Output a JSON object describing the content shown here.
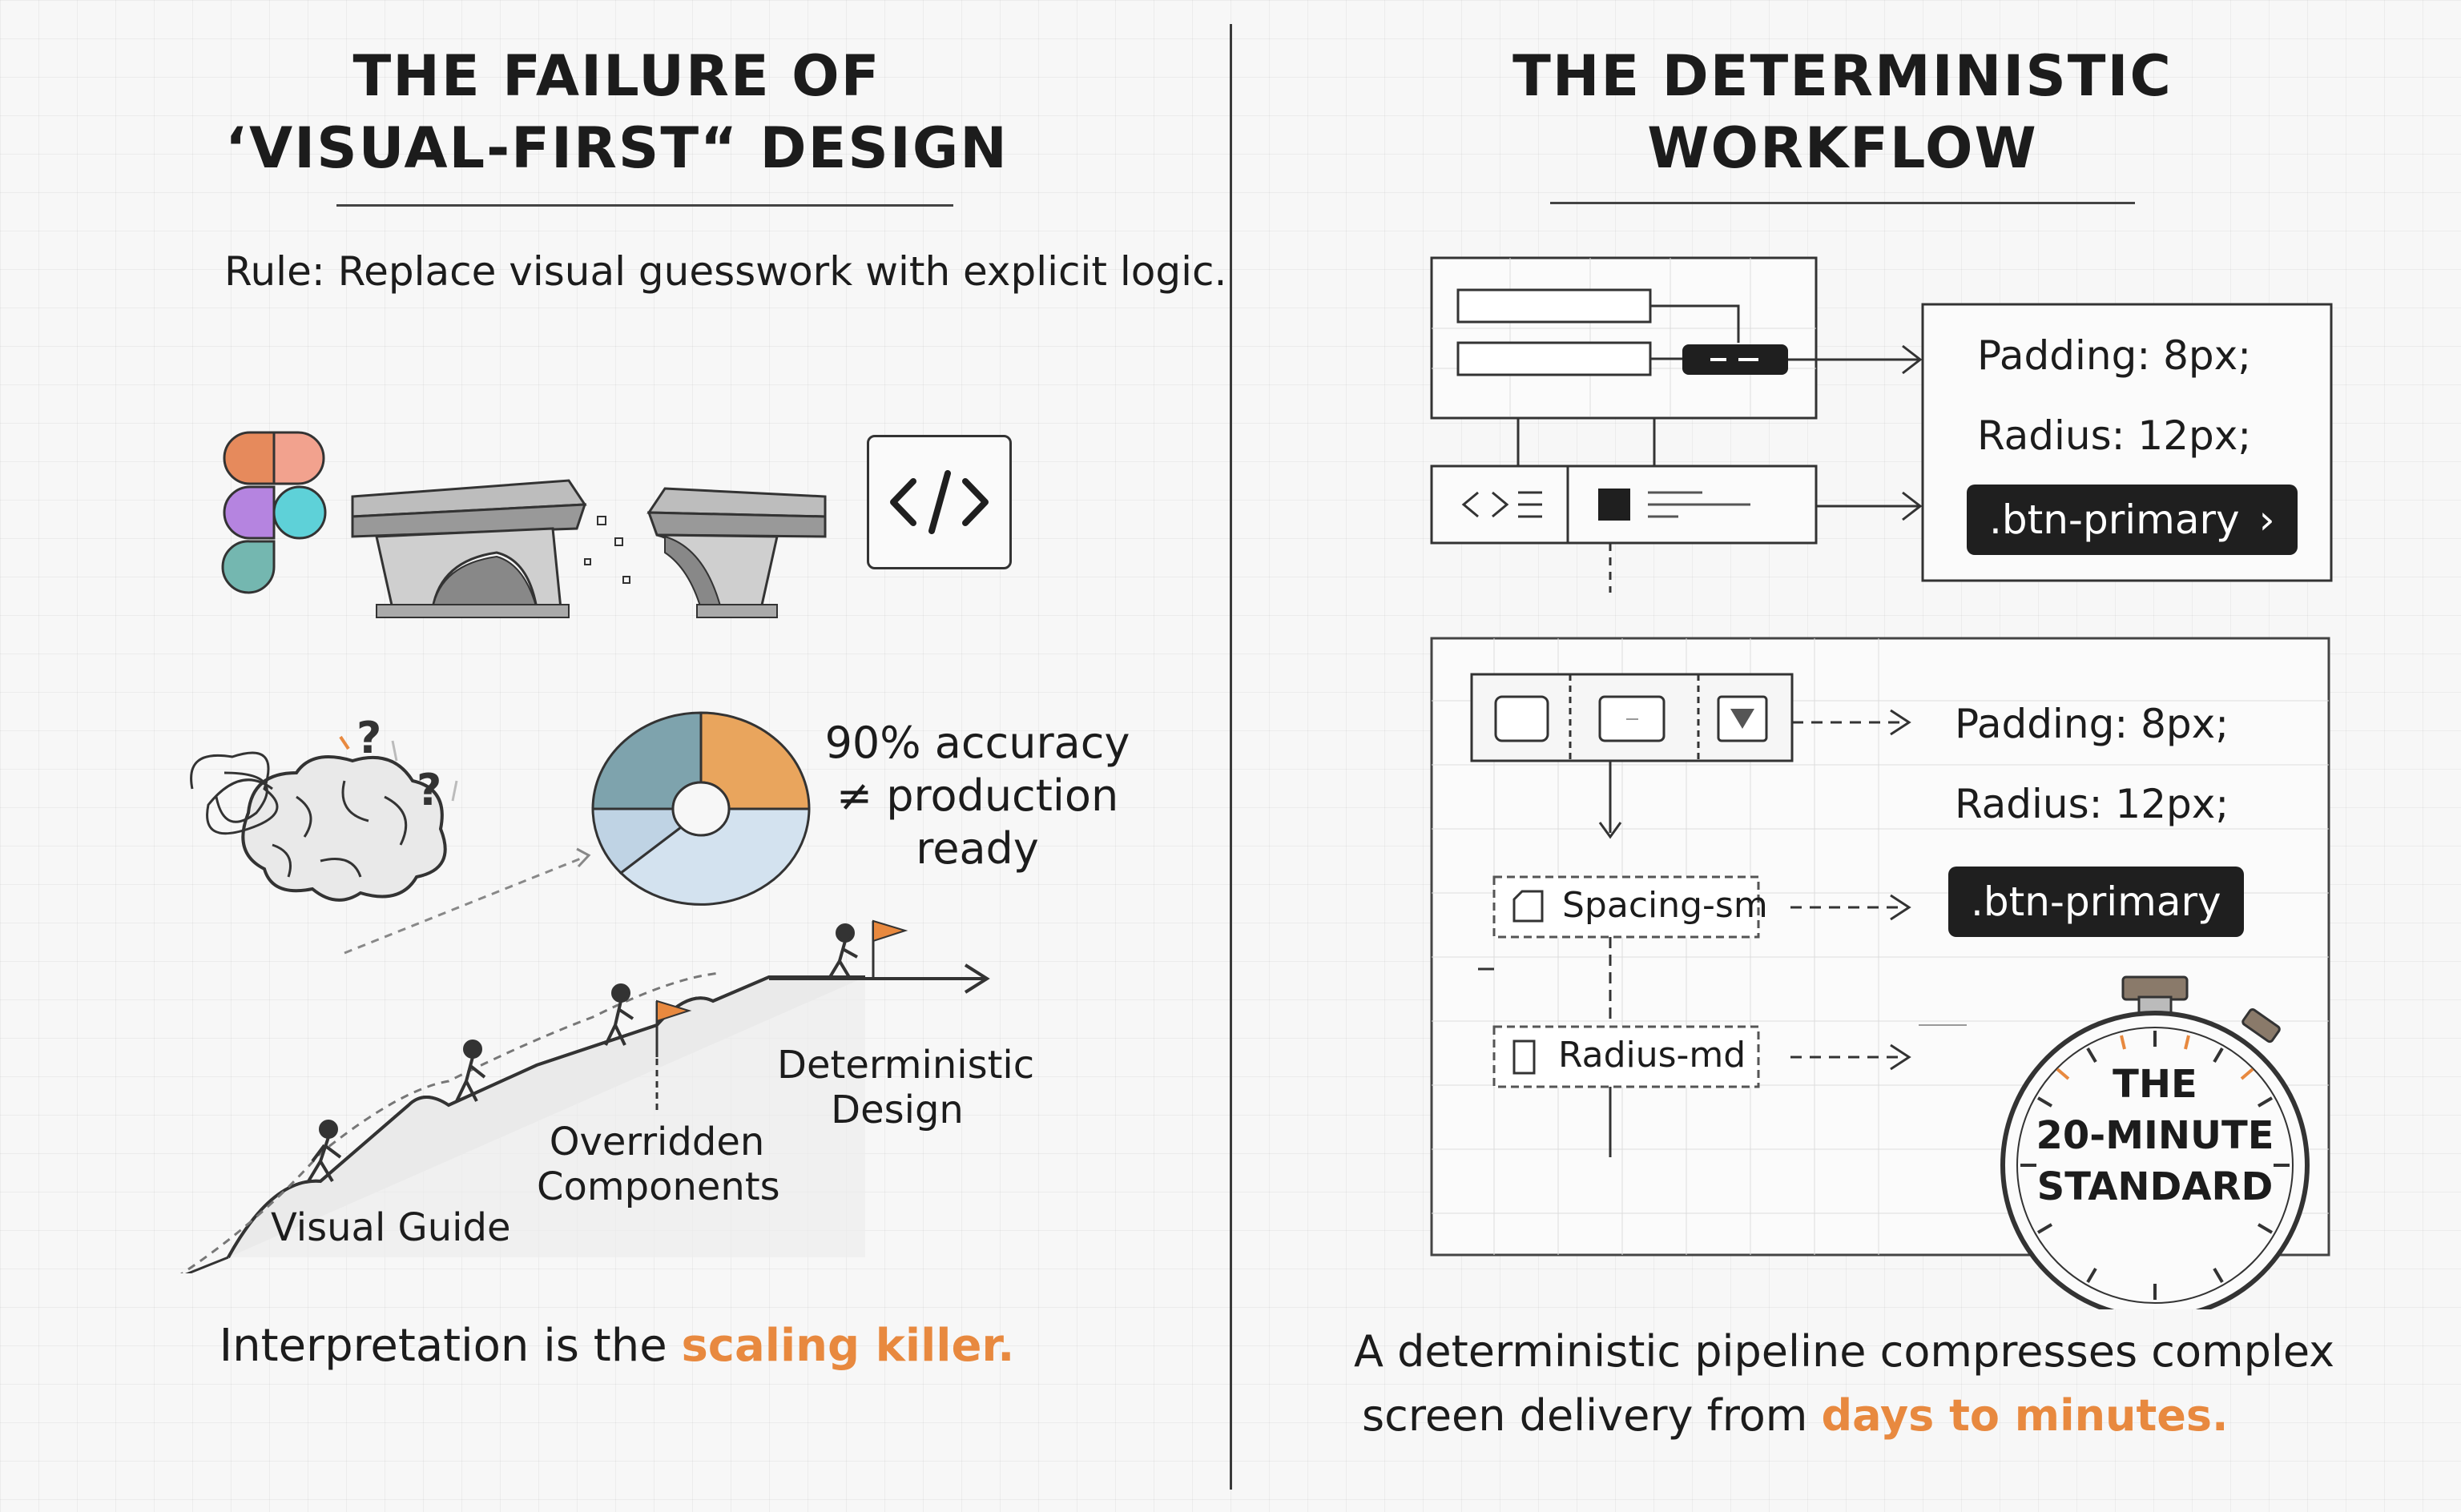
{
  "left": {
    "title_line1": "THE FAILURE OF",
    "title_line2": "‘VISUAL-FIRST“ DESIGN",
    "rule": "Rule: Replace visual guesswork with explicit logic.",
    "accuracy_line1": "90% accuracy",
    "accuracy_line2": "≠ production",
    "accuracy_line3": "ready",
    "steps": {
      "visual_guide": "Visual Guide",
      "overridden_line1": "Overridden",
      "overridden_line2": "Components",
      "deterministic_line1": "Deterministic",
      "deterministic_line2": "Design"
    },
    "caption_prefix": "Interpretation is the ",
    "caption_highlight": "scaling killer."
  },
  "right": {
    "title_line1": "THE DETERMINISTIC",
    "title_line2": "WORKFLOW",
    "top_props": {
      "padding": "Padding: 8px;",
      "radius": "Radius: 12px;",
      "class": ".btn-primary"
    },
    "bottom_props": {
      "padding": "Padding: 8px;",
      "radius": "Radius: 12px;",
      "class": ".btn-primary"
    },
    "tokens": {
      "spacing": "Spacing-sm",
      "radius": "Radius-md"
    },
    "stopwatch": {
      "line1": "THE",
      "line2": "20-MINUTE",
      "line3": "STANDARD"
    },
    "caption_line1": "A deterministic pipeline compresses complex",
    "caption_line2_prefix": "screen delivery from ",
    "caption_highlight": "days to minutes."
  },
  "colors": {
    "accent": "#e8893f",
    "dark": "#1f1f1f"
  },
  "icons": [
    "figma-logo-icon",
    "broken-bridge-icon",
    "code-brackets-icon",
    "tangled-brain-icon",
    "donut-chart-icon",
    "stopwatch-icon",
    "flag-icon",
    "climber-icon",
    "arrow-icon"
  ]
}
